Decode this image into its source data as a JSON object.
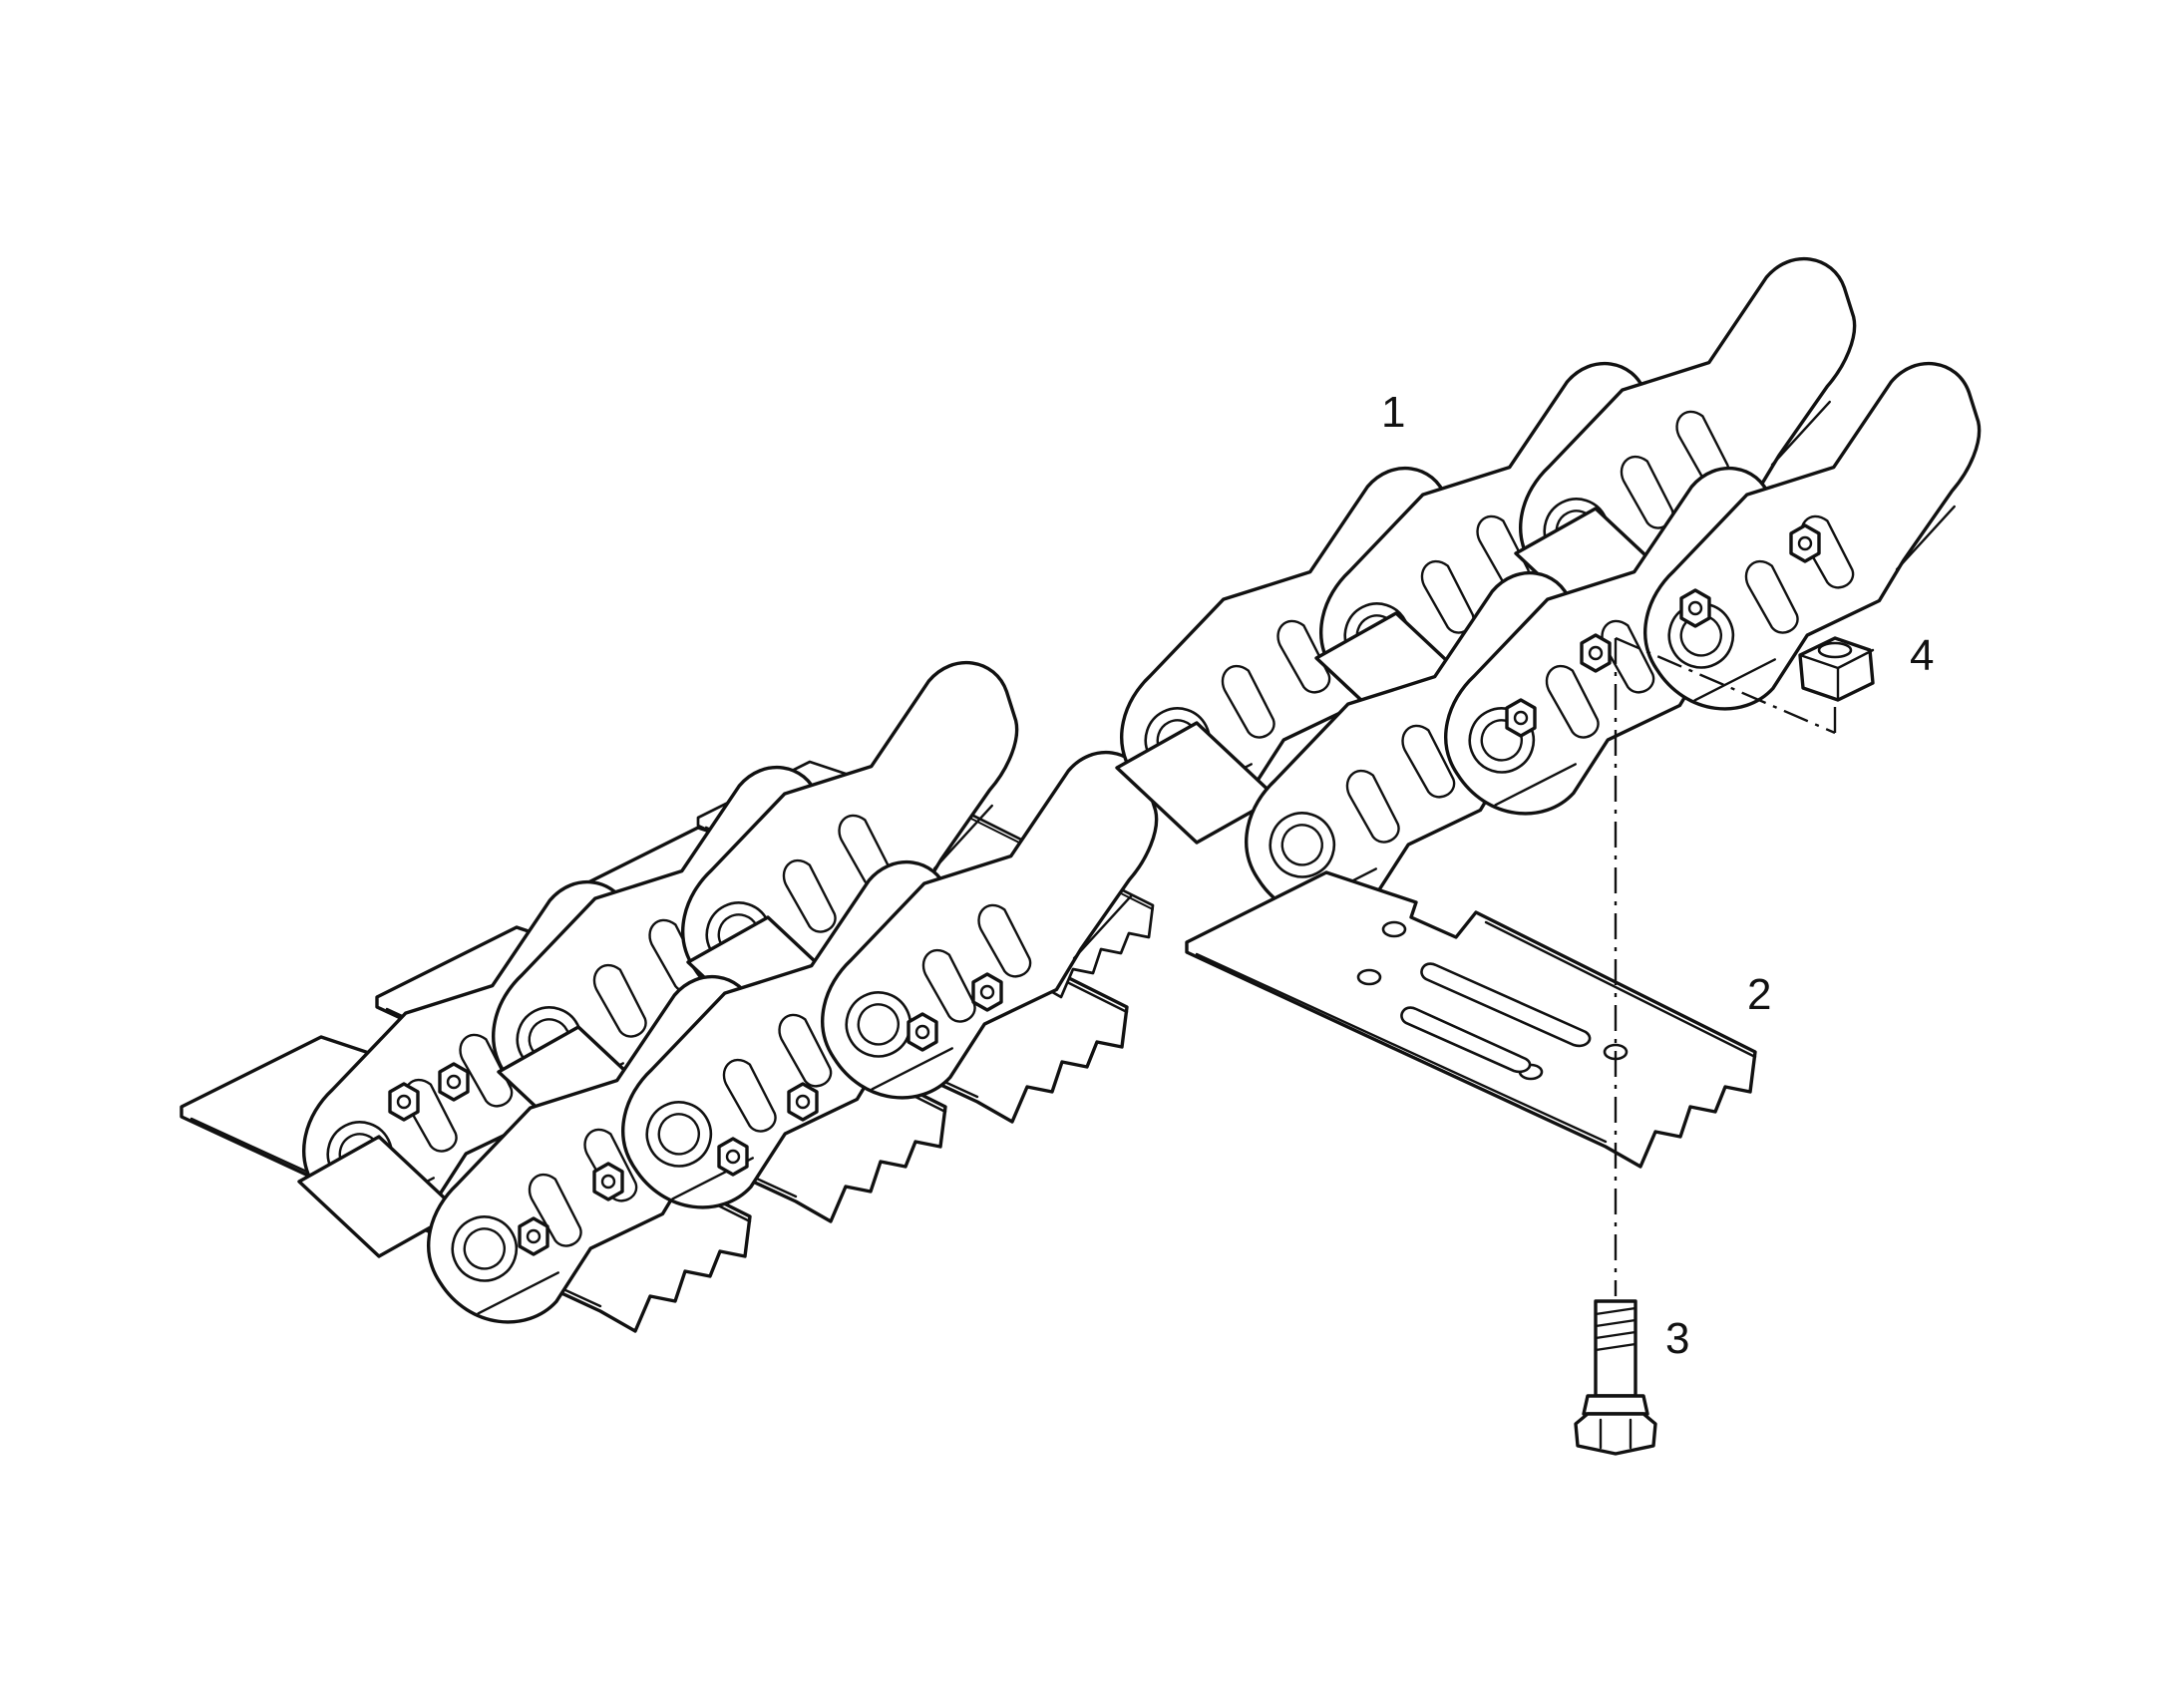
{
  "callouts": {
    "track_chain": "1",
    "track_shoe": "2",
    "shoe_bolt": "3",
    "shoe_nut": "4"
  }
}
